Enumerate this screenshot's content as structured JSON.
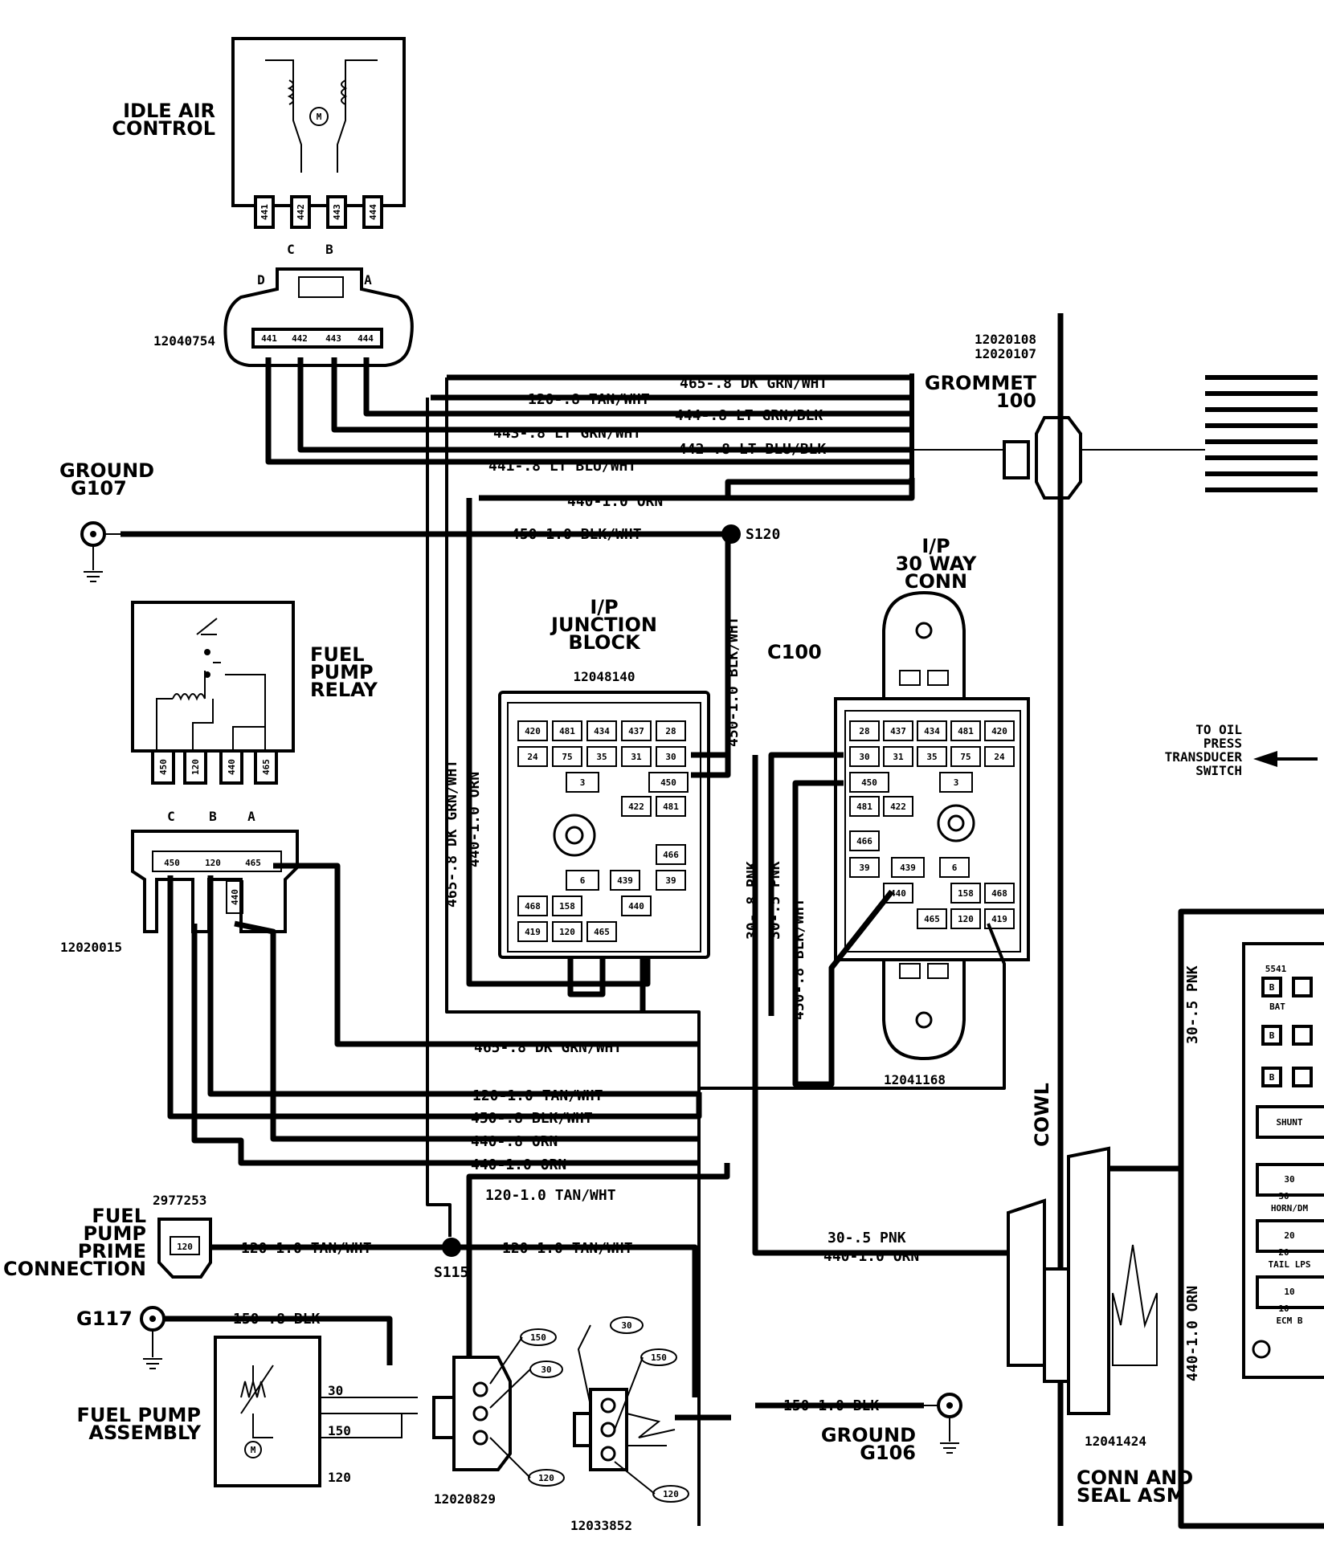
{
  "components": {
    "idle_air_control": {
      "line1": "IDLE AIR",
      "line2": "CONTROL",
      "pins": [
        "441",
        "442",
        "443",
        "444"
      ],
      "motor": "M"
    },
    "iac_connector": {
      "part": "12040754",
      "letters": [
        "D",
        "C",
        "B",
        "A"
      ],
      "pins": [
        "441",
        "442",
        "443",
        "444"
      ]
    },
    "ground_g107": {
      "line1": "GROUND",
      "line2": "G107"
    },
    "fuel_pump_relay": {
      "line1": "FUEL",
      "line2": "PUMP",
      "line3": "RELAY",
      "pins": [
        "450",
        "120",
        "440",
        "465"
      ]
    },
    "relay_connector": {
      "part": "12020015",
      "letters": [
        "C",
        "B",
        "A"
      ],
      "pins": [
        "450",
        "120",
        "465",
        "440"
      ]
    },
    "junction_block": {
      "line1": "I/P",
      "line2": "JUNCTION",
      "line3": "BLOCK",
      "part": "12048140",
      "cells": [
        "420",
        "481",
        "434",
        "437",
        "28",
        "24",
        "75",
        "35",
        "31",
        "30",
        "3",
        "450",
        "422",
        "481",
        "466",
        "6",
        "439",
        "39",
        "468",
        "158",
        "440",
        "419",
        "120",
        "465"
      ]
    },
    "conn_30way": {
      "line1": "I/P",
      "line2": "30 WAY",
      "line3": "CONN",
      "ref": "C100",
      "part": "12041168",
      "cells": [
        "28",
        "437",
        "434",
        "481",
        "420",
        "30",
        "31",
        "35",
        "75",
        "24",
        "450",
        "3",
        "481",
        "422",
        "466",
        "39",
        "439",
        "6",
        "440",
        "158",
        "468",
        "465",
        "120",
        "419"
      ]
    },
    "grommet": {
      "part1": "12020108",
      "part2": "12020107",
      "line1": "GROMMET",
      "line2": "100"
    },
    "oil_press": {
      "line1": "TO OIL",
      "line2": "PRESS",
      "line3": "TRANSDUCER",
      "line4": "SWITCH"
    },
    "cowl": "COWL",
    "prime_connection": {
      "part": "2977253",
      "line1": "FUEL",
      "line2": "PUMP",
      "line3": "PRIME",
      "line4": "CONNECTION",
      "pin": "120"
    },
    "ground_g117": "G117",
    "fuel_pump_assembly": {
      "line1": "FUEL PUMP",
      "line2": "ASSEMBLY",
      "pins": [
        "30",
        "150",
        "120"
      ]
    },
    "connector_12020829": {
      "part": "12020829",
      "pins": [
        "150",
        "30",
        "120"
      ]
    },
    "connector_12033852": {
      "part": "12033852",
      "pins": [
        "30",
        "150",
        "120"
      ]
    },
    "ground_g106": {
      "line1": "GROUND",
      "line2": "G106"
    },
    "conn_seal": {
      "part": "12041424",
      "line1": "CONN AND",
      "line2": "SEAL ASM"
    },
    "fuse_block": {
      "top": "5541",
      "bat": "BAT",
      "shunt": "SHUNT",
      "f1": "30",
      "f1b": "30",
      "f1lbl": "HORN/DM",
      "f2": "20",
      "f2b": "20",
      "f2lbl": "TAIL LPS",
      "f3": "10",
      "f3b": "10",
      "f3lbl": "ECM B",
      "b": "B"
    }
  },
  "splices": {
    "s120": "S120",
    "s115": "S115"
  },
  "wires": {
    "w465_dk_grn": "465-.8 DK GRN/WHT",
    "w120_tan": "120-.8 TAN/WHT",
    "w444": "444-.8 LT GRN/BLK",
    "w443": "443-.8 LT GRN/WHT",
    "w442": "442-.8 LT BLU/BLK",
    "w441": "441-.8 LT BLU/WHT",
    "w440_top": "440-1.0 ORN",
    "w450_top": "450-1.0 BLK/WHT",
    "v465": "465-.8 DK GRN/WHT",
    "v440": "440-1.0 ORN",
    "v450": "450-1.0 BLK/WHT",
    "v30_8": "30-.8 PNK",
    "v30_5": "30-.5 PNK",
    "v450_8": "450-.8 BLK/WHT",
    "h465": "465-.8 DK GRN/WHT",
    "h120": "120-1.0 TAN/WHT",
    "h450": "450-.8 BLK/WHT",
    "h440_8": "440-.8 ORN",
    "h440_1": "440-1.0 ORN",
    "h120_b": "120-1.0 TAN/WHT",
    "h120_prime": "120-1.0 TAN/WHT",
    "h120_s115": "120-1.0 TAN/WHT",
    "h30_5": "30-.5 PNK",
    "h440_cowl": "440-1.0 ORN",
    "h150_g117": "150-.8 BLK",
    "h150_g106": "150-1.0 BLK",
    "v30_pnk_right": "30-.5 PNK",
    "v440_right": "440-1.0 ORN"
  }
}
